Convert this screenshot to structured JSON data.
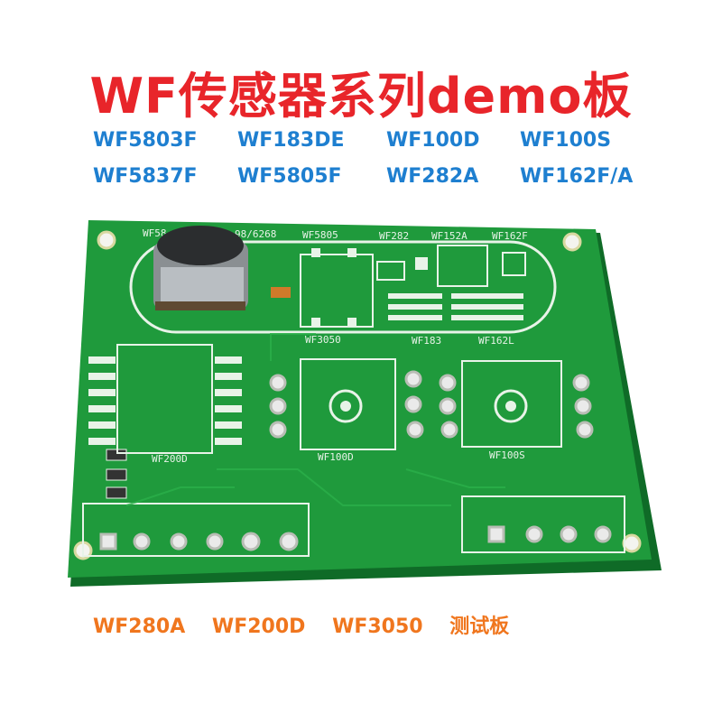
{
  "title": "WF传感器系列demo板",
  "model_rows": [
    [
      "WF5803F",
      "WF183DE",
      "WF100D",
      "WF100S"
    ],
    [
      "WF5837F",
      "WF5805F",
      "WF282A",
      "WF162F/A"
    ]
  ],
  "footer": [
    "WF280A",
    "WF200D",
    "WF3050",
    "测试板"
  ],
  "silkscreen": {
    "top_left": "WF58",
    "top_mid": "98/6268",
    "top_wf5805": "WF5805",
    "top_wf282": "WF282",
    "top_wf152a": "WF152A",
    "top_wf162f": "WF162F",
    "wf3050": "WF3050",
    "wf183": "WF183",
    "wf162l": "WF162L",
    "wf200d": "WF200D",
    "wf100d": "WF100D",
    "wf100s": "WF100S"
  },
  "colors": {
    "title": "#e8252a",
    "models": "#1e7fd0",
    "footer": "#f0761e",
    "pcb": "#1f9a3c",
    "silkscreen": "#e8f3e8"
  }
}
